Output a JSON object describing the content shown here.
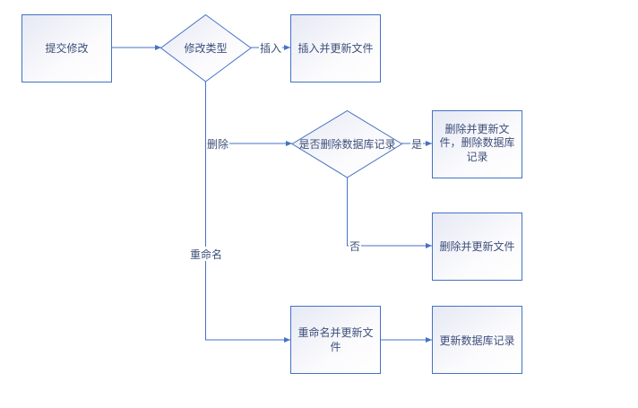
{
  "nodes": {
    "submit": "提交修改",
    "type_decision": "修改类型",
    "insert_update": "插入并更新文件",
    "delete_decision": "是否删除数据库记录",
    "delete_both_1": "删除并更新文",
    "delete_both_2": "件，删除数据库",
    "delete_both_3": "记录",
    "delete_file": "删除并更新文件",
    "rename_1": "重命名并更新文",
    "rename_2": "件",
    "update_db": "更新数据库记录"
  },
  "edges": {
    "insert": "插入",
    "delete": "删除",
    "rename": "重命名",
    "yes": "是",
    "no": "否"
  },
  "colors": {
    "stroke": "#4472C4",
    "text": "#3d4f7a"
  }
}
